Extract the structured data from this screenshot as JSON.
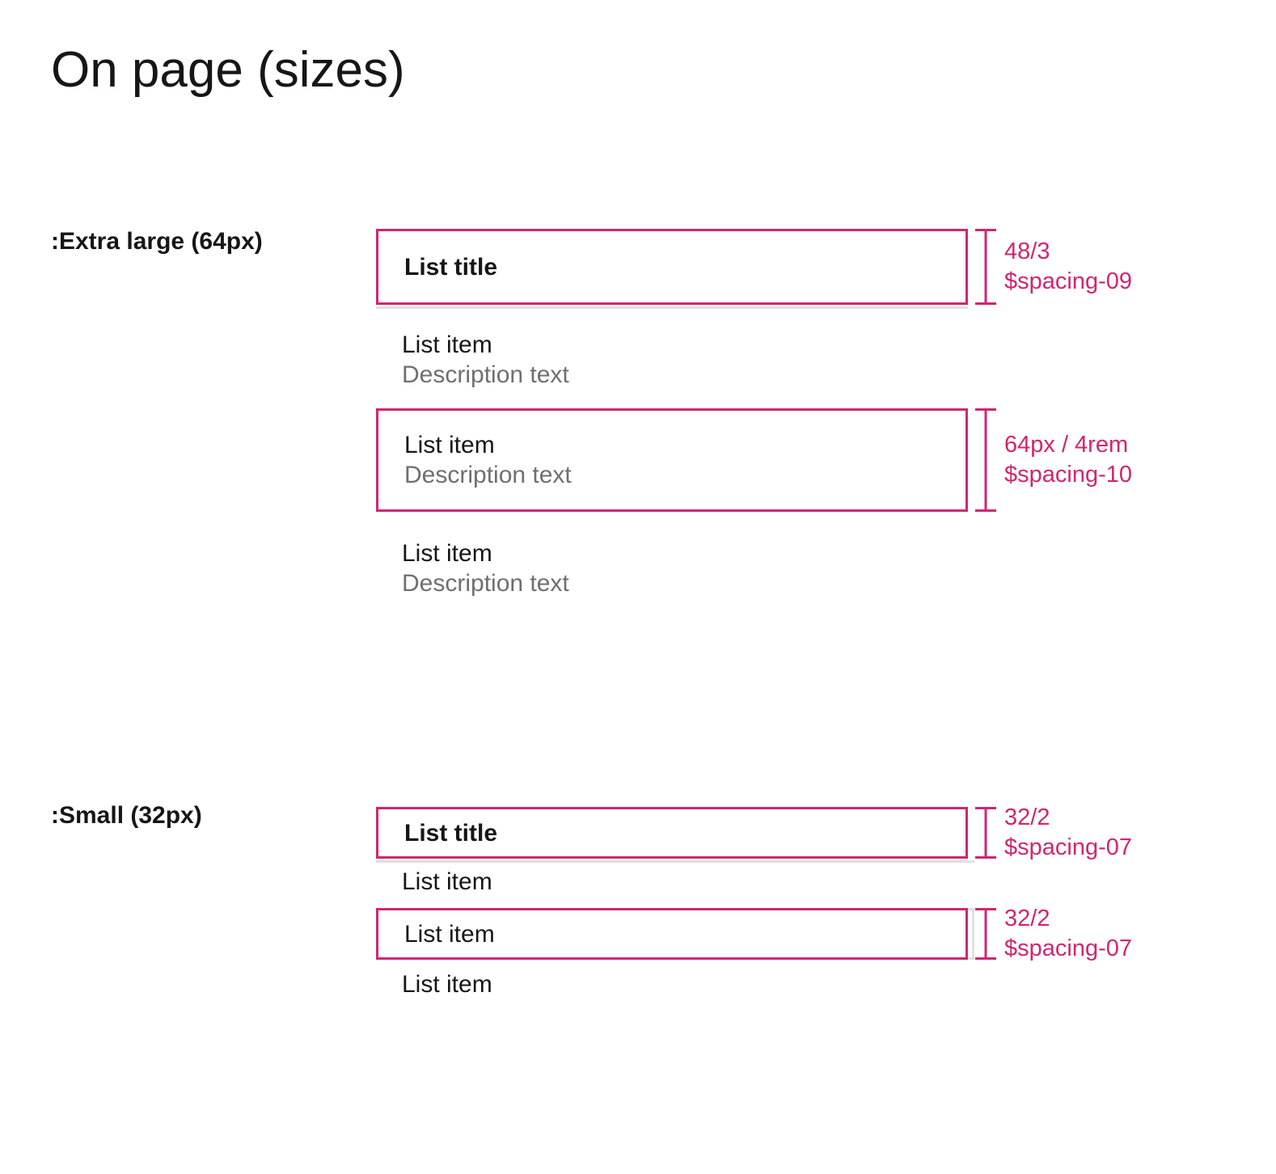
{
  "title": "On page (sizes)",
  "colors": {
    "accent_pink": "#d02670",
    "text_primary": "#161616",
    "text_secondary": "#6f6f6f",
    "divider_gray": "#e0e0e0",
    "background": "#ffffff"
  },
  "sections": [
    {
      "label": ":Extra large (64px)",
      "header_box": {
        "title": "List title"
      },
      "header_annotation": {
        "line1": "48/3",
        "line2": "$spacing-09"
      },
      "items": [
        {
          "title": "List item",
          "description": "Description text"
        },
        {
          "title": "List item",
          "description": "Description text"
        },
        {
          "title": "List item",
          "description": "Description text"
        }
      ],
      "boxed_annotation": {
        "line1": "64px / 4rem",
        "line2": "$spacing-10"
      }
    },
    {
      "label": ":Small (32px)",
      "header_box": {
        "title": "List title"
      },
      "header_annotation": {
        "line1": "32/2",
        "line2": "$spacing-07"
      },
      "items": [
        {
          "title": "List item"
        },
        {
          "title": "List item"
        },
        {
          "title": "List item"
        }
      ],
      "boxed_annotation": {
        "line1": "32/2",
        "line2": "$spacing-07"
      }
    }
  ]
}
